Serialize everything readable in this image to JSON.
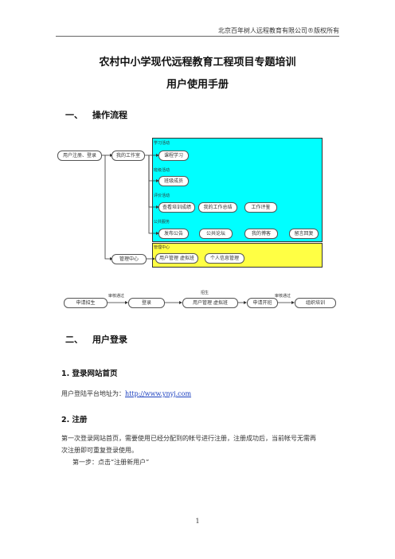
{
  "header": {
    "company": "北京百年树人远程教育有限公司®版权所有"
  },
  "title": {
    "line1": "农村中小学现代远程教育工程项目专题培训",
    "line2": "用户使用手册"
  },
  "section1": {
    "num": "一、",
    "label": "操作流程"
  },
  "flow": {
    "start": "用户注册、登录",
    "workroom": "我的工作室",
    "groups": {
      "study": "学习活动",
      "class": "班级活动",
      "eval": "评价活动",
      "public": "公共服务",
      "manage": "管理中心"
    },
    "items": {
      "course": "课程学习",
      "classmates": "班级成员",
      "grades": "查看培训成绩",
      "summary": "我的工作总结",
      "review": "工作评鉴",
      "notice": "发布公告",
      "forum": "公共论坛",
      "blog": "我的博客",
      "message": "留言回复",
      "user_mgmt": "用户管理 虚拟班",
      "profile": "个人信息管理"
    },
    "mgmt_center": "管理中心",
    "bottom": {
      "apply_student": "申请招生",
      "login": "登录",
      "user_mgmt": "用户管理 虚拟班",
      "apply_course": "申请开班",
      "org_train": "组织培训",
      "label_approve1": "审核通过",
      "label_enroll": "招生",
      "label_approve2": "审核通过"
    }
  },
  "section2": {
    "num": "二、",
    "label": "用户登录"
  },
  "step1": {
    "heading": "1.  登录网站首页",
    "text": "用户登陆平台地址为：",
    "url": "http://www.ynyj.com"
  },
  "step2": {
    "heading": "2.  注册",
    "para_line1": "第一次登录网站首页，需要使用已经分配到的帐号进行注册，注册成功后，当前帐号无需再",
    "para_line2": "次注册即可重复登录使用。",
    "step_one": "第一步：点击“注册新用户”"
  },
  "page_number": "1"
}
